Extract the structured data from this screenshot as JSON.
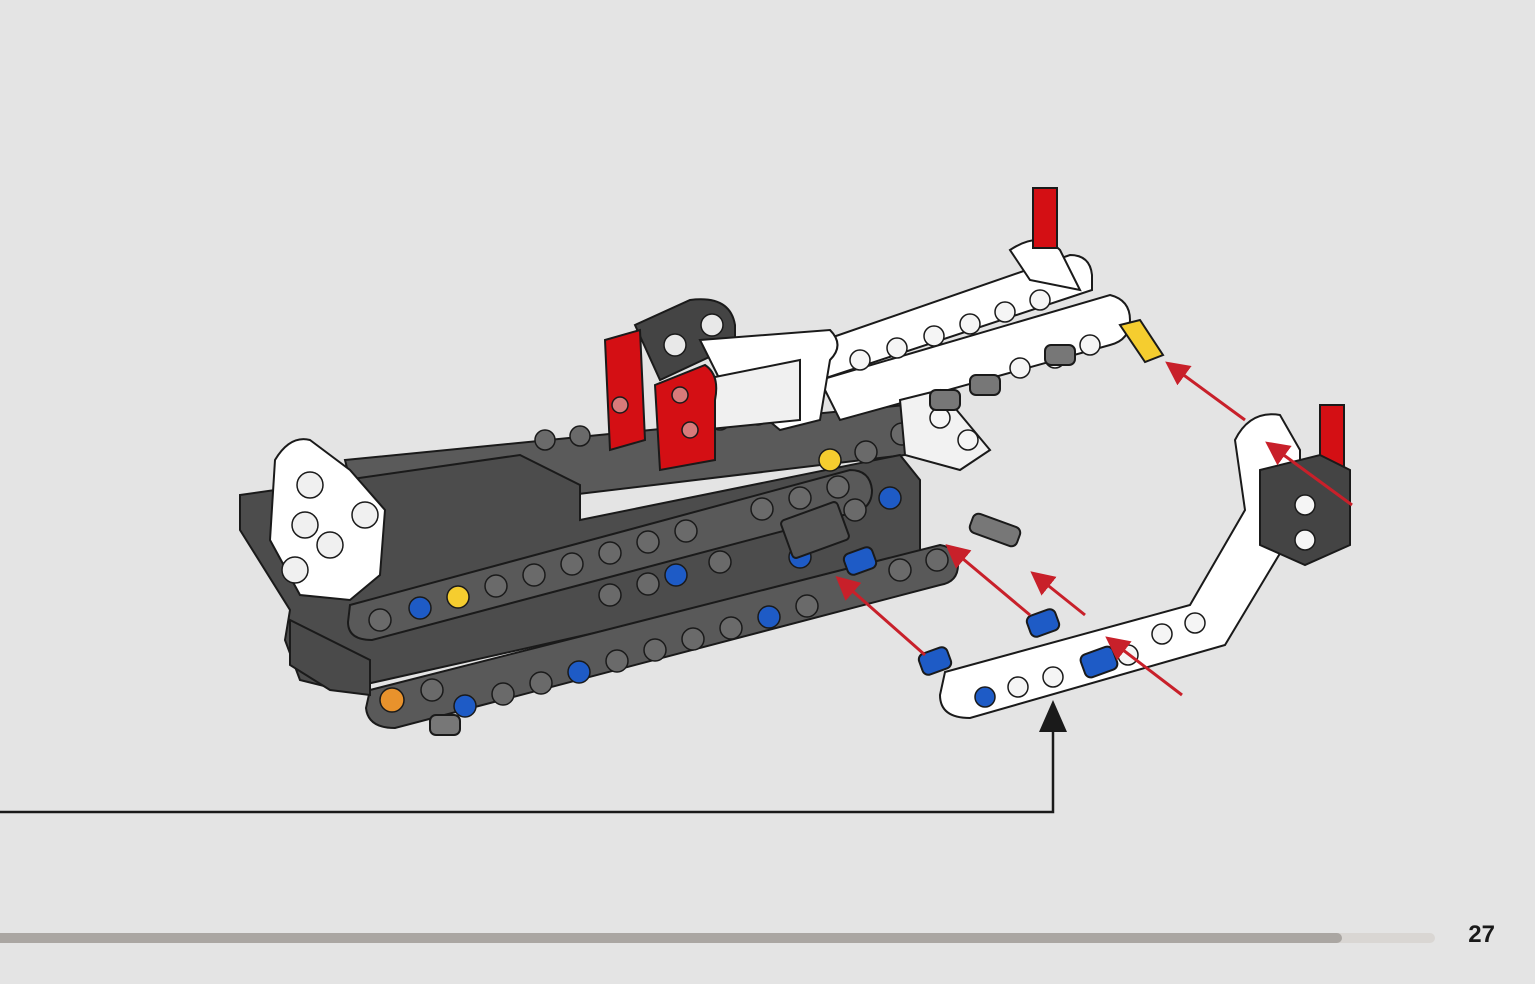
{
  "page": {
    "number": "27",
    "progress": 0.935
  },
  "colors": {
    "background": "#e4e4e4",
    "dark_gray": "#595959",
    "white_part": "#ffffff",
    "red_part": "#d40f14",
    "blue_pin": "#1e5bc6",
    "yellow_part": "#f5cd2f",
    "orange_part": "#e8922c",
    "arrow": "#c8202a",
    "progress_track": "#aaa6a2"
  },
  "icons": {
    "assembly": "lego-technic-assembly-illustration",
    "callout": "callout-arrow-icon",
    "insert": "insert-arrow-icon"
  }
}
